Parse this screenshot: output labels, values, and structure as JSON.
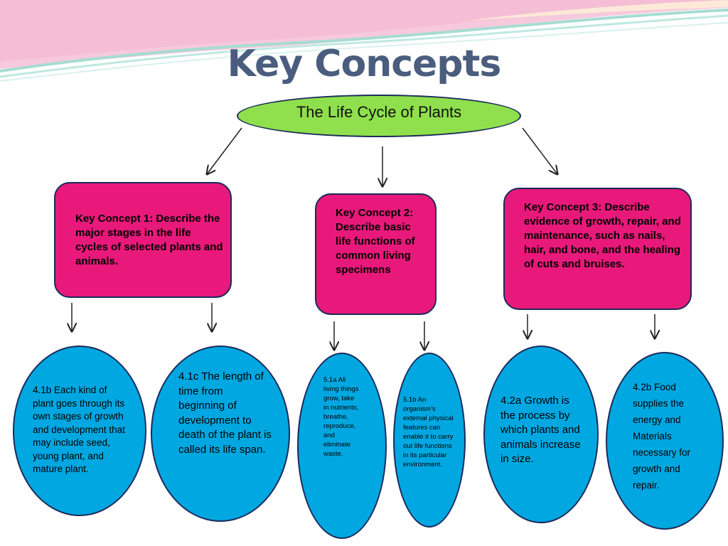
{
  "title": "Key Concepts",
  "root": "The Life Cycle of Plants",
  "key_concepts": [
    "Key Concept 1: Describe the major stages in the life cycles of selected plants and animals.",
    "Key Concept 2: Describe basic life functions of common living specimens",
    "Key Concept 3: Describe evidence of growth, repair, and maintenance, such as nails, hair, and bone, and the healing of cuts and bruises."
  ],
  "sub_concepts": [
    "4.1b Each kind of plant goes through its own stages of growth and development that may include seed, young plant, and mature plant.",
    "4.1c The length of time from beginning of development to death of the plant is called its life span.",
    "5.1a All living things grow, take in nutrients, breathe, reproduce, and eliminate waste.",
    "5.1b An organism’s external physical features can enable it to carry out life functions in its particular environment.",
    "4.2a Growth is the process by which plants and animals increase in size.",
    "4.2b Food supplies the energy and Materials necessary for growth and repair."
  ],
  "colors": {
    "title": "#4a5d7e",
    "root_fill": "#8fe04c",
    "key_concept_fill": "#e8197a",
    "sub_concept_fill": "#00a7e1",
    "outline": "#1b2b5a"
  }
}
